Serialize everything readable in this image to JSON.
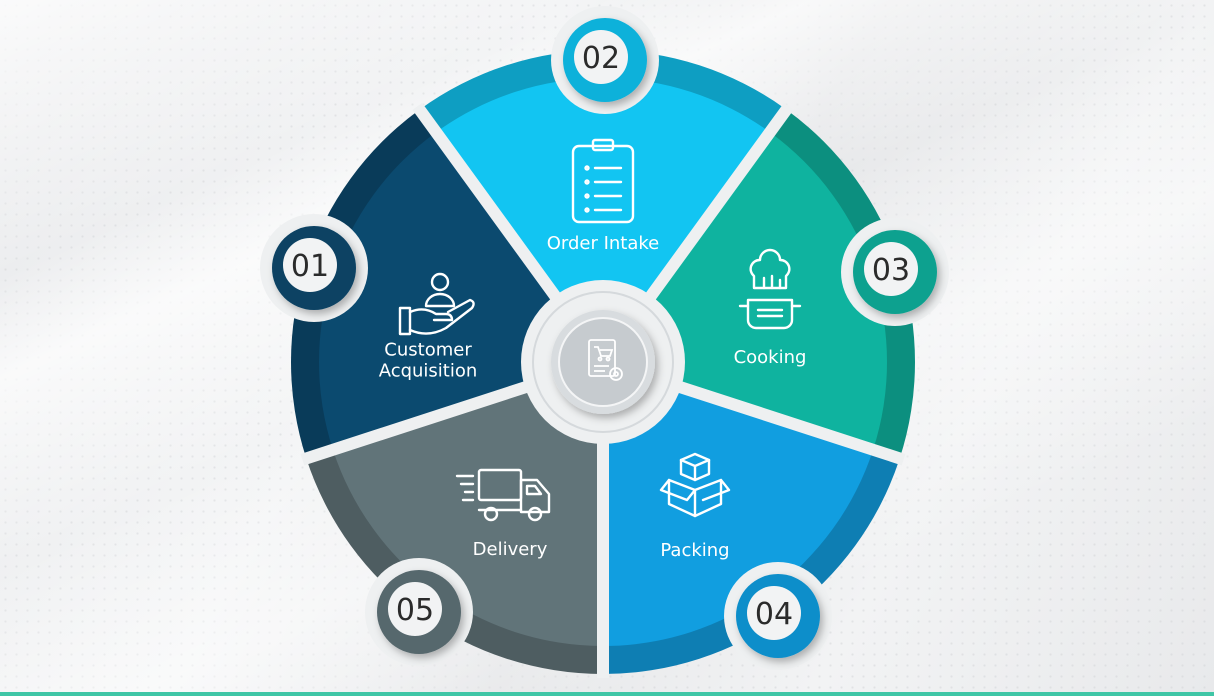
{
  "steps": [
    {
      "number": "01",
      "label_lines": [
        "Customer",
        "Acquisition"
      ],
      "icon": "hand-user-icon",
      "color": "#0b4a6f"
    },
    {
      "number": "02",
      "label_lines": [
        "Order Intake"
      ],
      "icon": "clipboard-icon",
      "color": "#12c5f2"
    },
    {
      "number": "03",
      "label_lines": [
        "Cooking"
      ],
      "icon": "chef-pot-icon",
      "color": "#0fb39f"
    },
    {
      "number": "04",
      "label_lines": [
        "Packing"
      ],
      "icon": "boxes-icon",
      "color": "#119ee0"
    },
    {
      "number": "05",
      "label_lines": [
        "Delivery"
      ],
      "icon": "delivery-truck-icon",
      "color": "#617479"
    }
  ],
  "center_icon": "cart-document-gear-icon"
}
